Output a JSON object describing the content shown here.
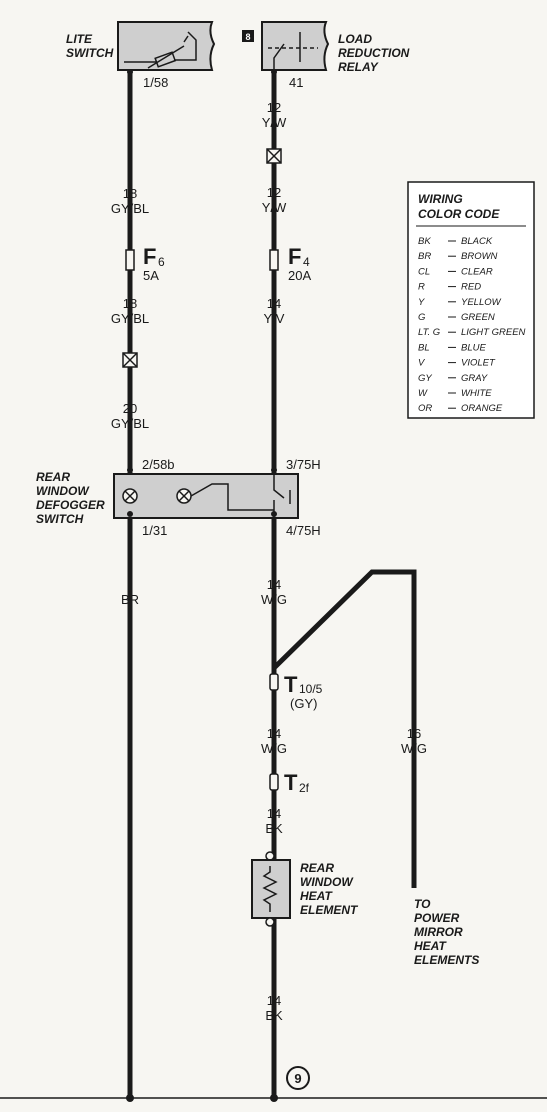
{
  "components": {
    "lite_switch": {
      "label_1": "LITE",
      "label_2": "SWITCH",
      "terminal": "1/58"
    },
    "load_reduction_relay": {
      "badge": "8",
      "label_1": "LOAD",
      "label_2": "REDUCTION",
      "label_3": "RELAY",
      "terminal": "41"
    },
    "defogger_switch": {
      "label_1": "REAR",
      "label_2": "WINDOW",
      "label_3": "DEFOGGER",
      "label_4": "SWITCH",
      "terminal_in_left": "2/58b",
      "terminal_in_right": "3/75H",
      "terminal_out_left": "1/31",
      "terminal_out_right": "4/75H"
    },
    "heat_element": {
      "label_1": "REAR",
      "label_2": "WINDOW",
      "label_3": "HEAT",
      "label_4": "ELEMENT"
    },
    "mirror": {
      "label_1": "TO",
      "label_2": "POWER",
      "label_3": "MIRROR",
      "label_4": "HEAT",
      "label_5": "ELEMENTS"
    },
    "ground_badge": "9"
  },
  "fuses": {
    "f6": {
      "letter": "F",
      "num": "6",
      "rating": "5A"
    },
    "f4": {
      "letter": "F",
      "num": "4",
      "rating": "20A"
    }
  },
  "connectors": {
    "t10": {
      "letter": "T",
      "num": "10/5",
      "note": "(GY)"
    },
    "t2": {
      "letter": "T",
      "num": "2f"
    }
  },
  "wires": {
    "left_1": {
      "gauge": "18",
      "color": "GY/BL"
    },
    "left_2": {
      "gauge": "18",
      "color": "GY/BL"
    },
    "left_3": {
      "gauge": "20",
      "color": "GY/BL"
    },
    "left_4": {
      "color": "BR"
    },
    "right_1": {
      "gauge": "12",
      "color": "Y/W"
    },
    "right_2": {
      "gauge": "12",
      "color": "Y/W"
    },
    "right_3": {
      "gauge": "14",
      "color": "Y/V"
    },
    "right_4": {
      "gauge": "14",
      "color": "W/G"
    },
    "right_5": {
      "gauge": "14",
      "color": "W/G"
    },
    "right_6": {
      "gauge": "14",
      "color": "BK"
    },
    "right_7": {
      "gauge": "14",
      "color": "BK"
    },
    "branch": {
      "gauge": "16",
      "color": "W/G"
    }
  },
  "legend": {
    "title_1": "WIRING",
    "title_2": "COLOR CODE",
    "entries": [
      {
        "code": "BK",
        "name": "BLACK"
      },
      {
        "code": "BR",
        "name": "BROWN"
      },
      {
        "code": "CL",
        "name": "CLEAR"
      },
      {
        "code": "R",
        "name": "RED"
      },
      {
        "code": "Y",
        "name": "YELLOW"
      },
      {
        "code": "G",
        "name": "GREEN"
      },
      {
        "code": "LT. G",
        "name": "LIGHT GREEN"
      },
      {
        "code": "BL",
        "name": "BLUE"
      },
      {
        "code": "V",
        "name": "VIOLET"
      },
      {
        "code": "GY",
        "name": "GRAY"
      },
      {
        "code": "W",
        "name": "WHITE"
      },
      {
        "code": "OR",
        "name": "ORANGE"
      }
    ]
  }
}
